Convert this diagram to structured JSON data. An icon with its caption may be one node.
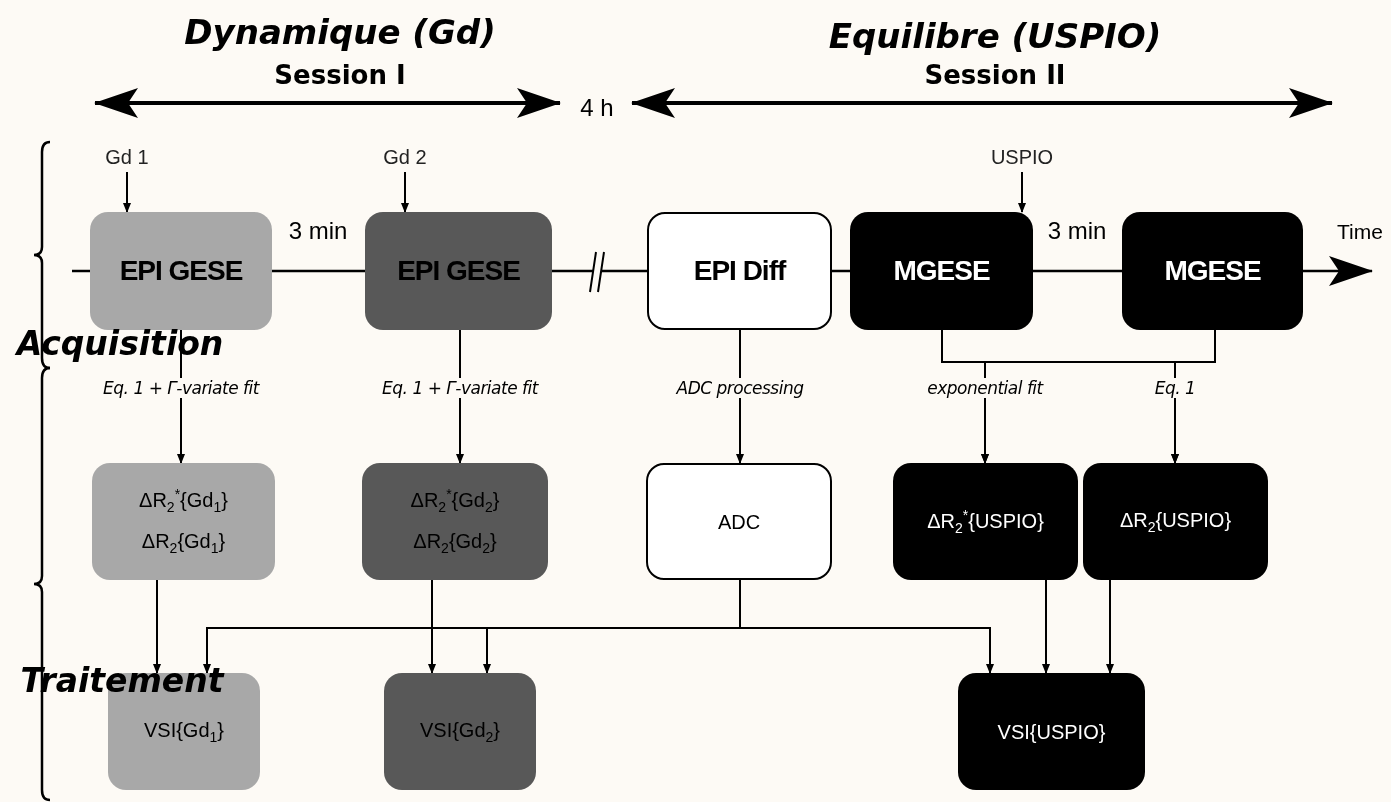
{
  "diagram": {
    "nodes": [
      {
        "text": [
          "EPI GESE"
        ]
      },
      {
        "text": [
          "EPI GESE"
        ]
      },
      {
        "text": [
          "EPI Diff"
        ]
      },
      {
        "text": [
          "MGESE"
        ]
      },
      {
        "text": [
          "MGESE"
        ]
      },
      {
        "text": [
          "Gd 1"
        ]
      },
      {
        "text": [
          "Gd 2"
        ]
      },
      {
        "text": [
          "USPIO"
        ]
      },
      {
        "text": [
          "ΔR$_{2}$$^{*}${Gd$_{1}$}",
          "ΔR$_{2}${Gd$_{1}$}"
        ]
      },
      {
        "text": [
          "ΔR$_{2}$$^{*}${Gd$_{2}$}",
          "ΔR$_{2}${Gd$_{2}$}"
        ]
      },
      {
        "text": [
          "ADC"
        ]
      },
      {
        "text": [
          "ΔR$_{2}$$^{*}${USPIO}"
        ]
      },
      {
        "text": [
          "ΔR$_{2}${USPIO}"
        ]
      },
      {
        "text": [
          "VSI{Gd$_{1}$}"
        ]
      },
      {
        "text": [
          "VSI{Gd$_{2}$}"
        ]
      },
      {
        "text": [
          "VSI{USPIO}"
        ]
      }
    ],
    "edges": [
      {
        "from": null,
        "to": 0,
        "arrow": "none"
      },
      {
        "from": 0,
        "to": 1,
        "arrow": "none",
        "label": "3 min"
      },
      {
        "from": 1,
        "to": 2,
        "arrow": "none"
      },
      {
        "from": 2,
        "to": 3,
        "arrow": "none"
      },
      {
        "from": 3,
        "to": 4,
        "arrow": "none",
        "label": "3 min"
      },
      {
        "from": 4,
        "to": null,
        "arrow": "to"
      },
      {
        "from": 5,
        "to": 0,
        "arrow": "to"
      },
      {
        "from": 6,
        "to": 1,
        "arrow": "to"
      },
      {
        "from": 7,
        "to": 3,
        "arrow": "to"
      },
      {
        "from": 0,
        "to": 8,
        "arrow": "to",
        "label": "Eq. 1 + Γ-variate fit"
      },
      {
        "from": 1,
        "to": 9,
        "arrow": "to",
        "label": "Eq. 1 + Γ-variate fit"
      },
      {
        "from": 2,
        "to": 10,
        "arrow": "to",
        "label": "ADC processing"
      },
      {
        "from": 3,
        "to": 11,
        "arrow": "to",
        "label": "exponential fit"
      },
      {
        "from": 4,
        "to": 11,
        "arrow": "to"
      },
      {
        "from": 3,
        "to": 12,
        "arrow": "to"
      },
      {
        "from": 4,
        "to": 12,
        "arrow": "to",
        "label": "Eq. 1"
      },
      {
        "from": 8,
        "to": 13,
        "arrow": "to"
      },
      {
        "from": 9,
        "to": 14,
        "arrow": "to"
      },
      {
        "from": 11,
        "to": 15,
        "arrow": "to"
      },
      {
        "from": 12,
        "to": 15,
        "arrow": "to"
      },
      {
        "from": 10,
        "to": 13,
        "arrow": "to"
      },
      {
        "from": 10,
        "to": 14,
        "arrow": "to"
      },
      {
        "from": 10,
        "to": 15,
        "arrow": "to"
      }
    ],
    "labels": [
      "Dynamique (Gd)",
      "Session I",
      "Equilibre (USPIO)",
      "Session II",
      "4 h",
      "Time",
      "Acquisition",
      "Traitement"
    ]
  }
}
